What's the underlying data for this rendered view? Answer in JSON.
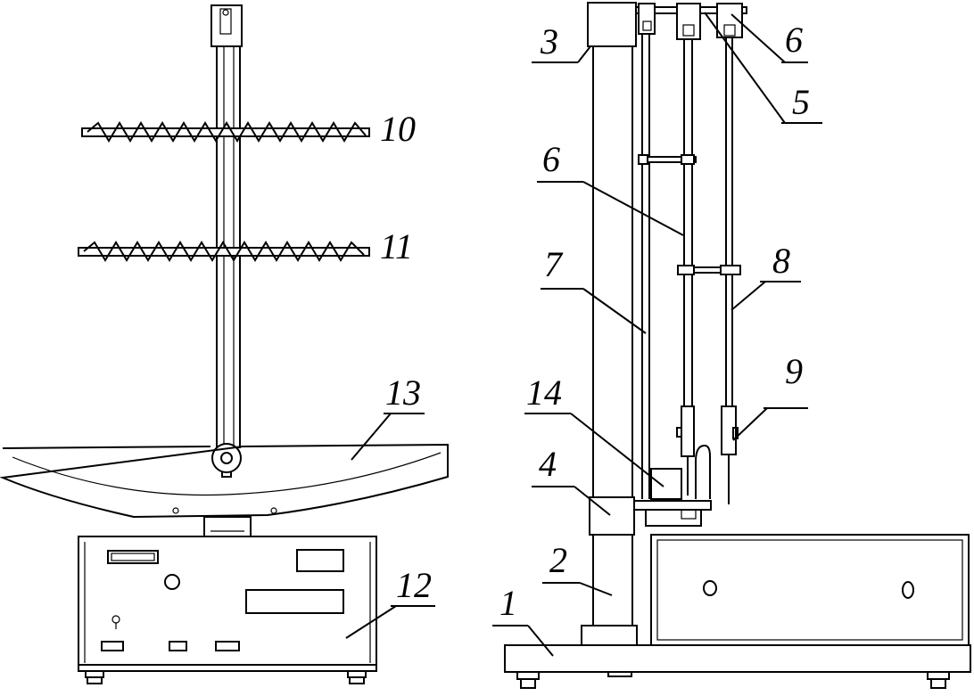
{
  "labels": {
    "l1": "1",
    "l2": "2",
    "l3": "3",
    "l4": "4",
    "l5": "5",
    "l6_top": "6",
    "l6_mid": "6",
    "l7": "7",
    "l8": "8",
    "l9": "9",
    "l10": "10",
    "l11": "11",
    "l12": "12",
    "l13": "13",
    "l14": "14"
  },
  "colors": {
    "line": "#000000",
    "background": "#ffffff"
  }
}
